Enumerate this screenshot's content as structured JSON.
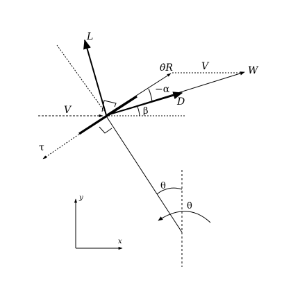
{
  "labels": {
    "lift": "L",
    "theta_dot_R": "θ̇R",
    "v_top": "V",
    "w": "W",
    "minus_alpha": "−α",
    "drag": "D",
    "v_left": "V",
    "beta": "β",
    "tau": "τ",
    "theta": "θ",
    "theta_dot": "θ̇",
    "axis_y": "y",
    "axis_x": "x"
  }
}
